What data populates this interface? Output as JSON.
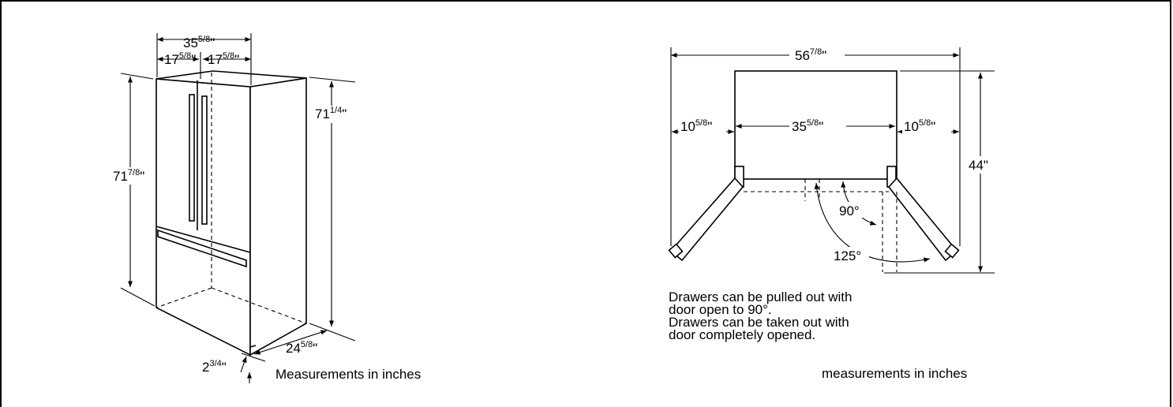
{
  "left_view": {
    "dims": {
      "total_width": {
        "whole": "35",
        "frac": "5/8",
        "unit": "\""
      },
      "door_left": {
        "whole": "17",
        "frac": "5/8",
        "unit": "\""
      },
      "door_right": {
        "whole": "17",
        "frac": "5/8",
        "unit": "\""
      },
      "height_front": {
        "whole": "71",
        "frac": "7/8",
        "unit": "\""
      },
      "height_rear": {
        "whole": "71",
        "frac": "1/4",
        "unit": "\""
      },
      "depth": {
        "whole": "24",
        "frac": "5/8",
        "unit": "\""
      },
      "door_depth": {
        "whole": "2",
        "frac": "3/4",
        "unit": "\""
      }
    },
    "caption": "Measurements in inches"
  },
  "right_view": {
    "dims": {
      "overall_width": {
        "whole": "56",
        "frac": "7/8",
        "unit": "\""
      },
      "left_clearance": {
        "whole": "10",
        "frac": "5/8",
        "unit": "\""
      },
      "cabinet_width": {
        "whole": "35",
        "frac": "5/8",
        "unit": "\""
      },
      "right_clearance": {
        "whole": "10",
        "frac": "5/8",
        "unit": "\""
      },
      "depth_open": "44\"",
      "angle_90": "90°",
      "angle_125": "125°"
    },
    "notes": [
      "Drawers can be pulled out with",
      "door open to 90°.",
      "Drawers can be taken out with",
      "door completely opened."
    ],
    "caption": "measurements in inches"
  }
}
